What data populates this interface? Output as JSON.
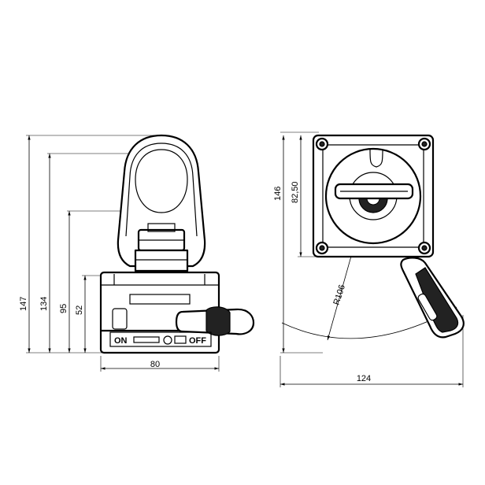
{
  "dimensions": {
    "h147": "147",
    "h134": "134",
    "h95": "95",
    "h52": "52",
    "w80": "80",
    "h146": "146",
    "h82_50": "82,50",
    "r106": "R106",
    "w124": "124"
  },
  "plate": {
    "on": "ON",
    "off": "OFF"
  },
  "colors": {
    "line": "#000000",
    "background": "#ffffff"
  }
}
